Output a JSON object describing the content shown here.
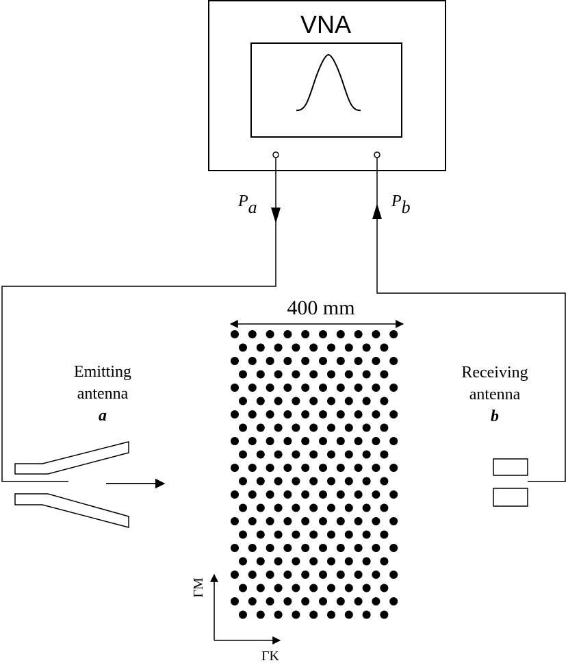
{
  "vna": {
    "title": "VNA"
  },
  "ports": {
    "a": {
      "symbol": "P",
      "subscript": "a"
    },
    "b": {
      "symbol": "P",
      "subscript": "b"
    }
  },
  "crystal": {
    "width_label": "400 mm"
  },
  "emitting": {
    "line1": "Emitting",
    "line2": "antenna",
    "letter": "a"
  },
  "receiving": {
    "line1": "Receiving",
    "line2": "antenna",
    "letter": "b"
  },
  "directions": {
    "vertical": "ΓM",
    "horizontal": "ΓK"
  }
}
